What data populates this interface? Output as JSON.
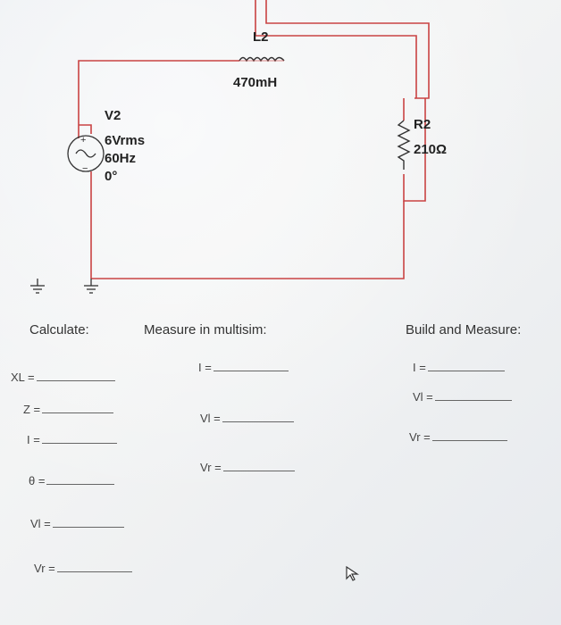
{
  "schematic": {
    "inductor": {
      "name": "L2",
      "value": "470mH"
    },
    "resistor": {
      "name": "R2",
      "value": "210Ω"
    },
    "source": {
      "name": "V2",
      "voltage": "6Vrms",
      "frequency": "60Hz",
      "phase": "0°"
    },
    "wire_color": "#c94343"
  },
  "calculate": {
    "heading": "Calculate:",
    "rows": [
      {
        "label": "XL ="
      },
      {
        "label": "Z ="
      },
      {
        "label": "I ="
      },
      {
        "label": "θ ="
      },
      {
        "label": "Vl ="
      },
      {
        "label": "Vr ="
      }
    ]
  },
  "measure": {
    "heading": "Measure  in multisim:",
    "rows": [
      {
        "label": "I ="
      },
      {
        "label": "Vl ="
      },
      {
        "label": "Vr ="
      }
    ]
  },
  "build": {
    "heading": "Build and Measure:",
    "rows": [
      {
        "label": "I ="
      },
      {
        "label": "Vl ="
      },
      {
        "label": "Vr ="
      }
    ]
  }
}
